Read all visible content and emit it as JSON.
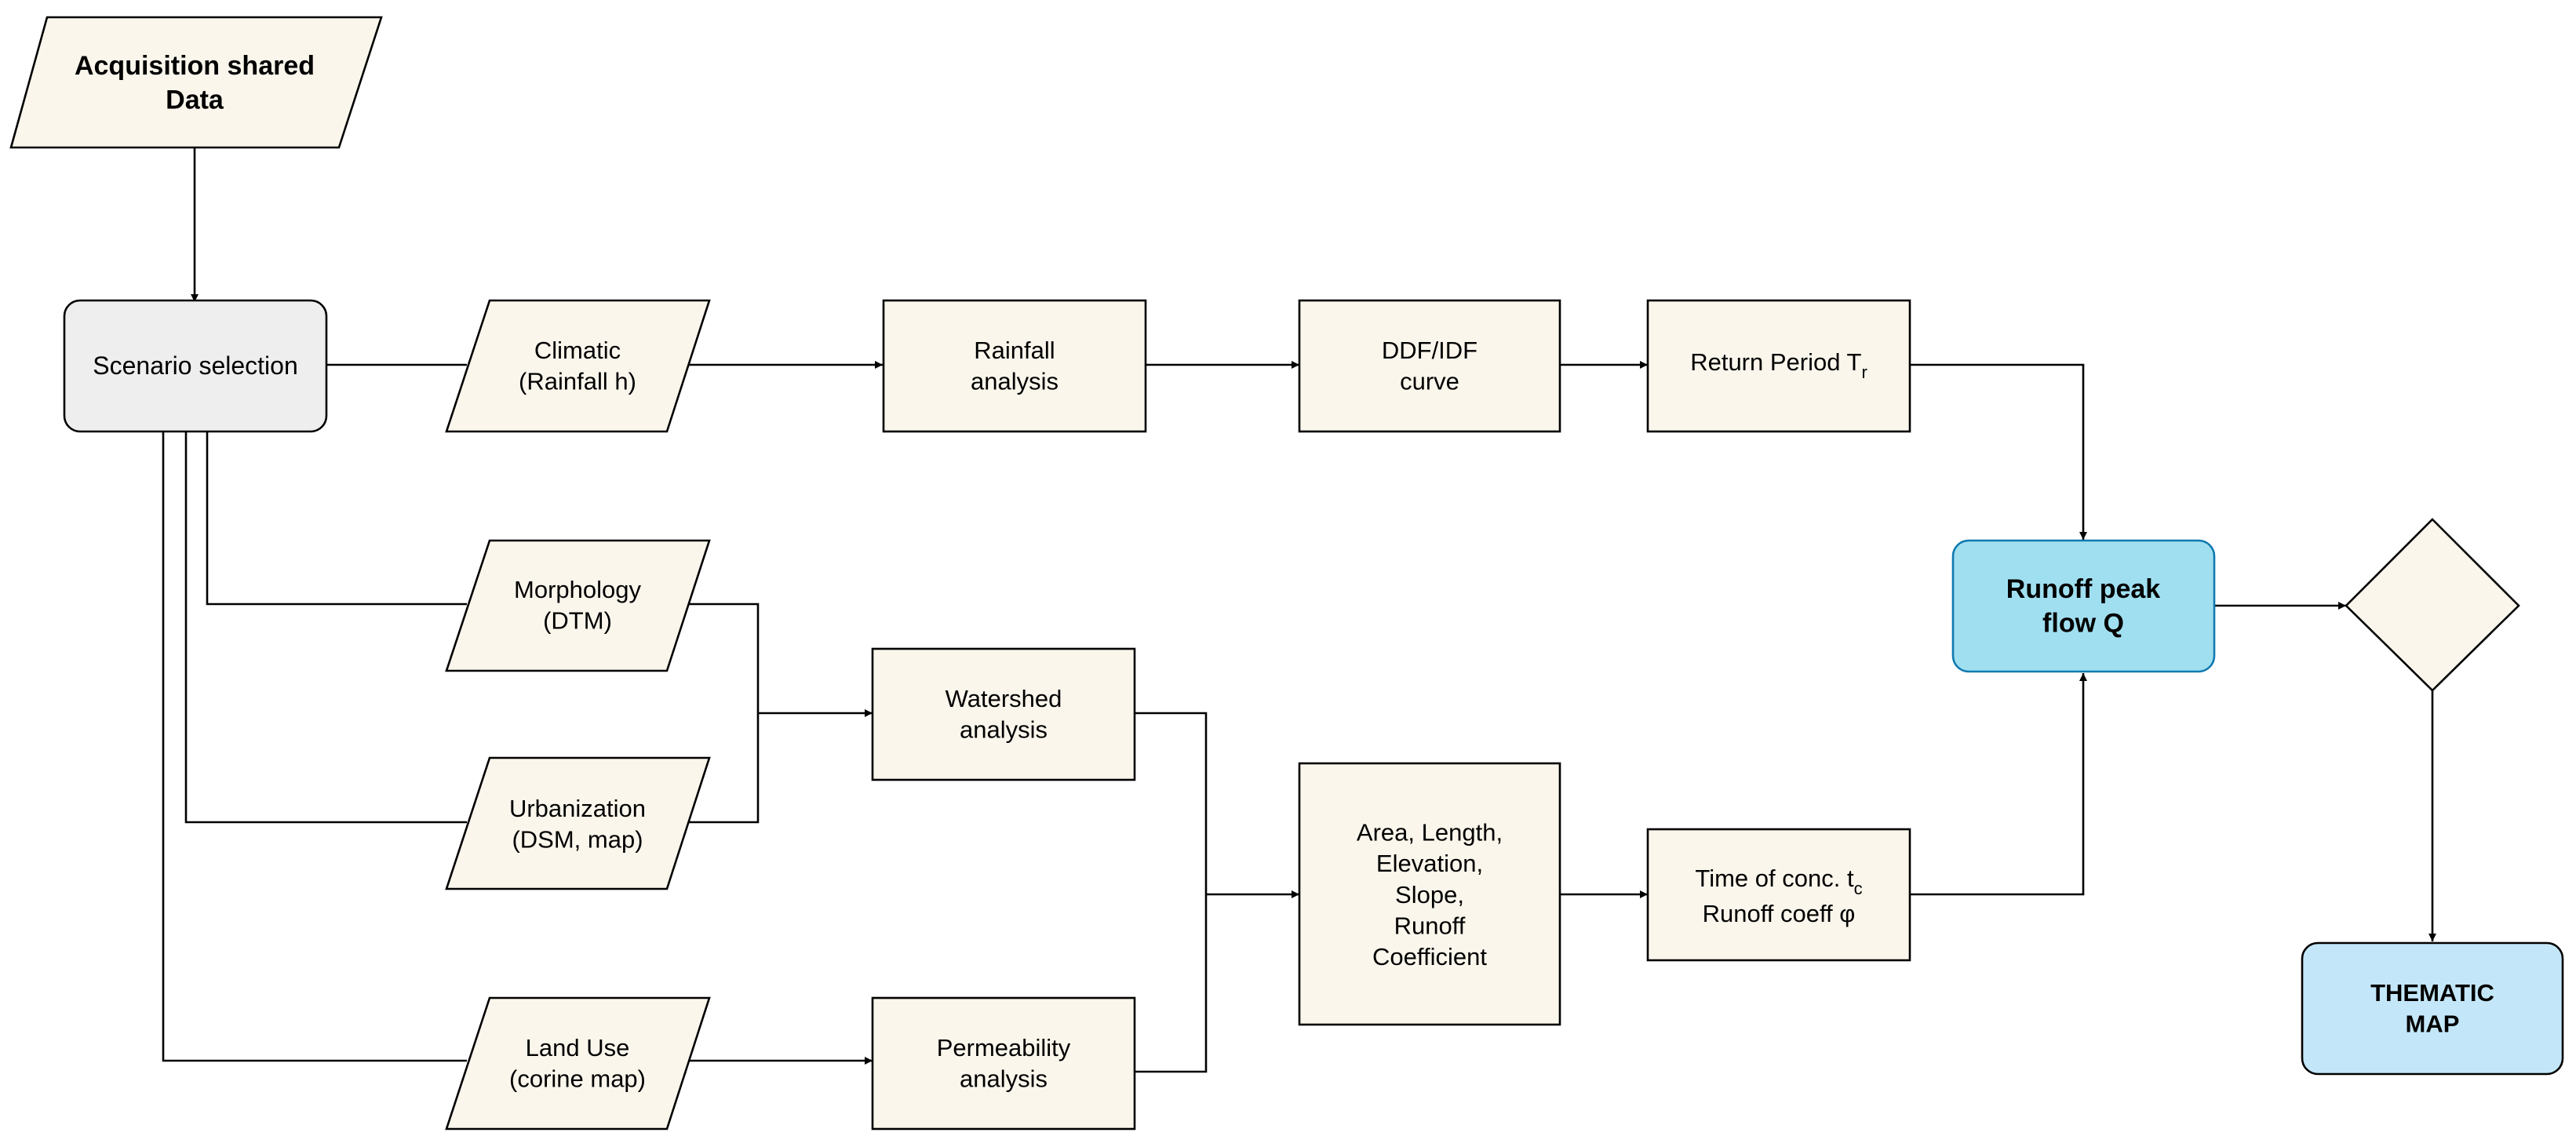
{
  "colors": {
    "node_fill": "#faf6ec",
    "selection_fill": "#eeeeee",
    "result_fill": "#a0dff0",
    "result_stroke": "#107ab0",
    "map_fill": "#c3e7f8",
    "stroke": "#000000"
  },
  "nodes": {
    "acquisition": [
      "Acquisition shared",
      "Data"
    ],
    "scenario": [
      "Scenario selection"
    ],
    "climatic": [
      "Climatic",
      "(Rainfall h)"
    ],
    "rainfall_analysis": [
      "Rainfall",
      "analysis"
    ],
    "ddf_idf": [
      "DDF/IDF",
      "curve"
    ],
    "return_period": {
      "text": "Return Period T",
      "sub": "r"
    },
    "morphology": [
      "Morphology",
      "(DTM)"
    ],
    "urbanization": [
      "Urbanization",
      "(DSM, map)"
    ],
    "land_use": [
      "Land Use",
      "(corine map)"
    ],
    "watershed": [
      "Watershed",
      "analysis"
    ],
    "permeability": [
      "Permeability",
      "analysis"
    ],
    "parameters": [
      "Area, Length,",
      "Elevation,",
      "Slope,",
      "Runoff",
      "Coefficient"
    ],
    "time_conc": {
      "text": "Time of conc. t",
      "sub": "c",
      "line2": "Runoff coeff  φ"
    },
    "runoff_peak": [
      "Runoff peak",
      "flow Q"
    ],
    "thematic_map": [
      "THEMATIC",
      "MAP"
    ]
  }
}
